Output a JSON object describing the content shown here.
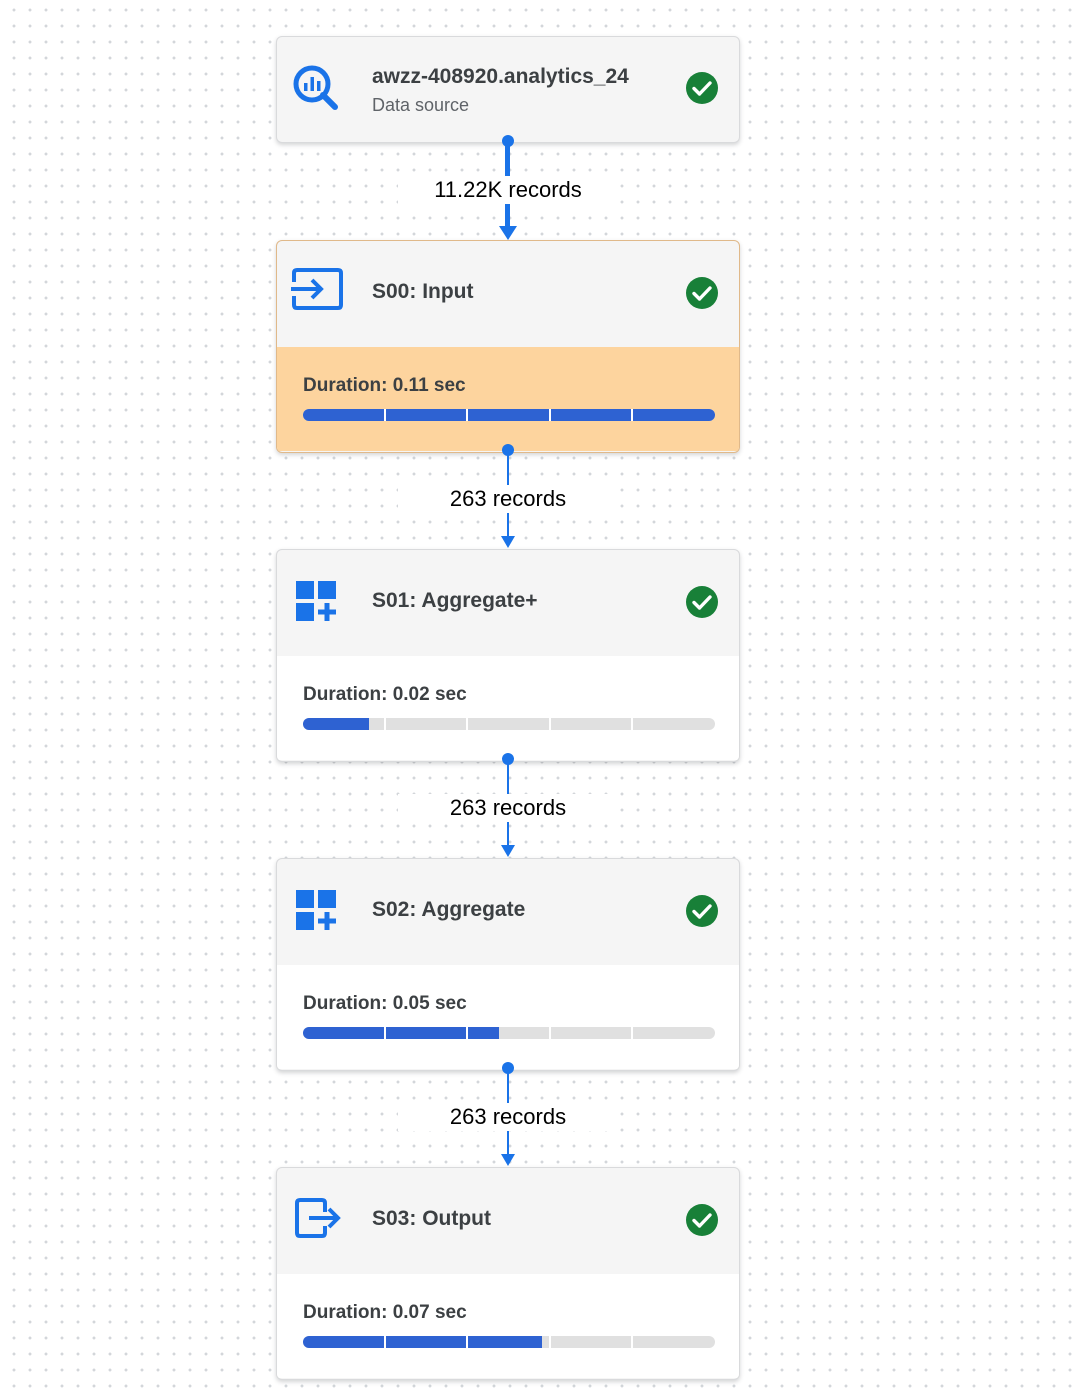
{
  "colors": {
    "accent": "#1a73e8",
    "bar_fill": "#2e62d2",
    "bar_track": "#e0e0e0",
    "success": "#188038",
    "highlight": "#fdd49e"
  },
  "source": {
    "title": "awzz-408920.analytics_24",
    "subtitle": "Data source",
    "icon": "bigquery-icon",
    "status_icon": "check-circle-icon"
  },
  "edges": [
    {
      "label": "11.22K records"
    },
    {
      "label": "263 records"
    },
    {
      "label": "263 records"
    },
    {
      "label": "263 records"
    }
  ],
  "stages": [
    {
      "title": "S00: Input",
      "duration": "Duration: 0.11 sec",
      "progress": 1.0,
      "icon": "input-icon",
      "highlighted": true
    },
    {
      "title": "S01: Aggregate+",
      "duration": "Duration: 0.02 sec",
      "progress": 0.16,
      "icon": "aggregate-icon",
      "highlighted": false
    },
    {
      "title": "S02: Aggregate",
      "duration": "Duration: 0.05 sec",
      "progress": 0.475,
      "icon": "aggregate-icon",
      "highlighted": false
    },
    {
      "title": "S03: Output",
      "duration": "Duration: 0.07 sec",
      "progress": 0.58,
      "icon": "output-icon",
      "highlighted": false
    }
  ]
}
